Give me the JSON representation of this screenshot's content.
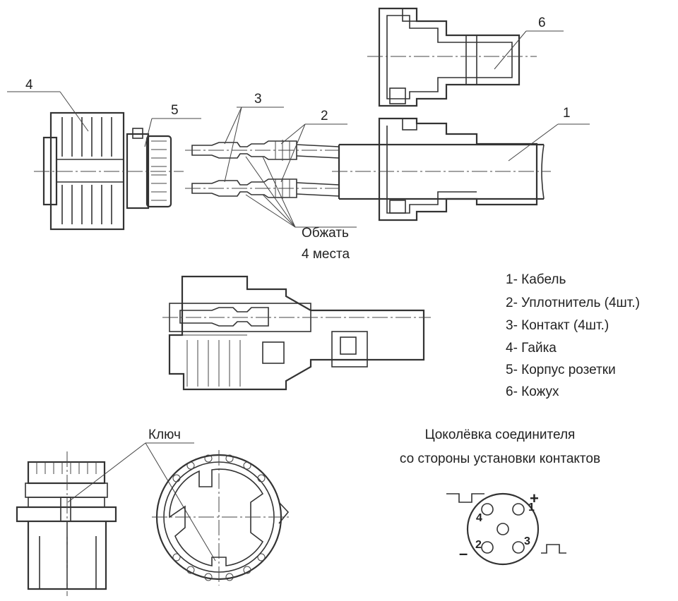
{
  "callouts": {
    "c1": "1",
    "c2": "2",
    "c3": "3",
    "c4": "4",
    "c5": "5",
    "c6": "6",
    "crimp_line1": "Обжать",
    "crimp_line2": "4 места",
    "key": "Ключ"
  },
  "legend": {
    "items": [
      "1- Кабель",
      "2- Уплотнитель (4шт.)",
      "3- Контакт (4шт.)",
      "4- Гайка",
      "5- Корпус розетки",
      "6- Кожух"
    ]
  },
  "pinout": {
    "title_line1": "Цоколёвка соединителя",
    "title_line2": "со стороны установки контактов",
    "pins": [
      "1",
      "2",
      "3",
      "4"
    ],
    "plus": "+",
    "minus": "–"
  }
}
